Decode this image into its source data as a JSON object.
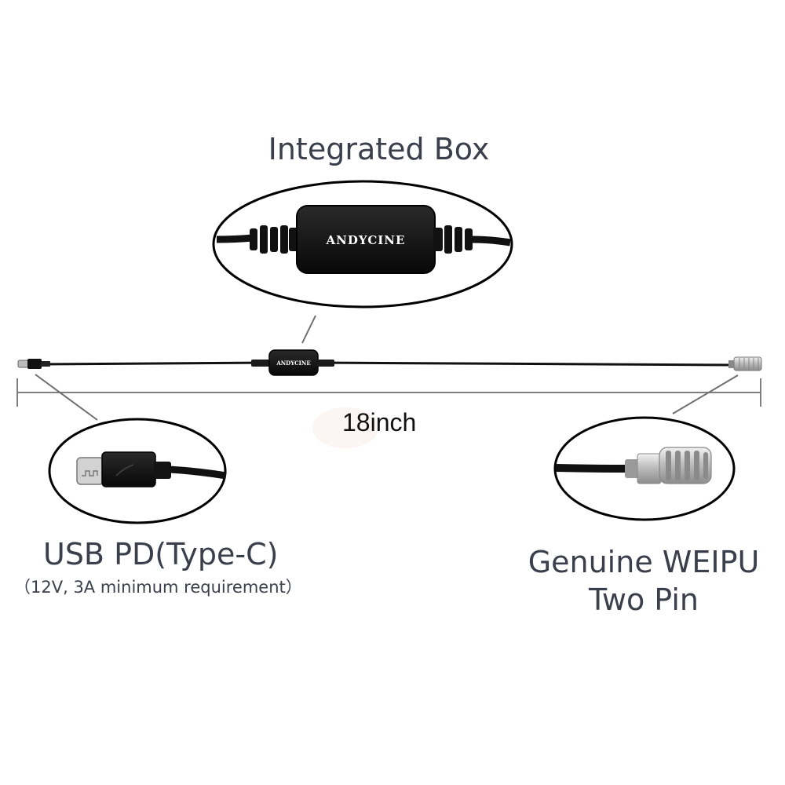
{
  "image": {
    "top_callout": {
      "title": "Integrated Box",
      "box_brand": "ANDYCINE"
    },
    "cable": {
      "box_brand": "ANDYCINE",
      "length_label": "18inch"
    },
    "left_callout": {
      "title": "USB PD(Type-C)",
      "subtitle": "（12V, 3A minimum requirement）"
    },
    "right_callout": {
      "title_line1": "Genuine WEIPU",
      "title_line2": "Two Pin"
    },
    "colors": {
      "text": "#3a3f4b",
      "cable": "#111111",
      "outline": "#000000",
      "dimension_line": "#7f7f7f",
      "connector_metal": "#c8c8c8"
    }
  }
}
